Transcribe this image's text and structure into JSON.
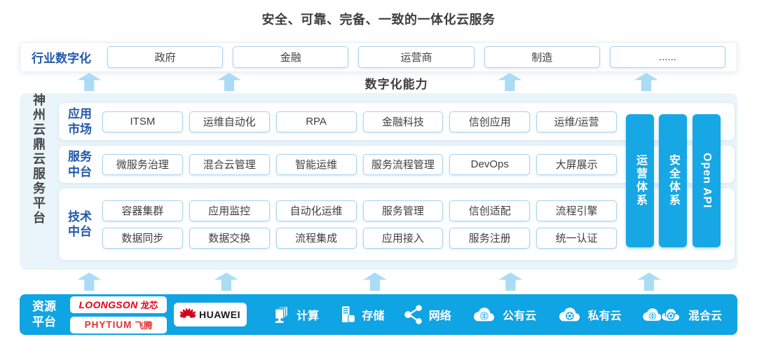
{
  "title": "安全、可靠、完备、一致的一体化云服务",
  "industry_row": {
    "label": "行业数字化",
    "items": [
      "政府",
      "金融",
      "运营商",
      "制造",
      "......"
    ]
  },
  "capability_label": "数字化能力",
  "platform": {
    "side_label": "神州云鼎云服务平台",
    "rows": [
      {
        "label": "应用市场",
        "items": [
          "ITSM",
          "运维自动化",
          "RPA",
          "金融科技",
          "信创应用",
          "运维/运营"
        ]
      },
      {
        "label": "服务中台",
        "items": [
          "微服务治理",
          "混合云管理",
          "智能运维",
          "服务流程管理",
          "DevOps",
          "大屏展示"
        ]
      },
      {
        "label": "技术中台",
        "items": [
          "容器集群",
          "应用监控",
          "自动化运维",
          "服务管理",
          "信创适配",
          "流程引擎",
          "数据同步",
          "数据交换",
          "流程集成",
          "应用接入",
          "服务注册",
          "统一认证"
        ]
      }
    ],
    "pillars": [
      "运营体系",
      "安全体系",
      "Open API"
    ]
  },
  "resource_bar": {
    "label": "资源平台",
    "vendors": {
      "loongson_en": "LOONGSON",
      "loongson_cn": "龙芯",
      "phytium_en": "PHYTIUM",
      "phytium_cn": "飞腾",
      "huawei": "HUAWEI"
    },
    "items": [
      {
        "icon": "compute-icon",
        "label": "计算"
      },
      {
        "icon": "storage-icon",
        "label": "存储"
      },
      {
        "icon": "network-icon",
        "label": "网络"
      },
      {
        "icon": "public-cloud-icon",
        "label": "公有云"
      },
      {
        "icon": "private-cloud-icon",
        "label": "私有云"
      },
      {
        "icon": "hybrid-cloud-icon",
        "label": "混合云"
      }
    ]
  },
  "colors": {
    "accent_blue_text": "#2359a8",
    "pillar_cyan": "#17a7e5",
    "resource_bar_cyan": "#0fa4e3",
    "arrow_light_blue": "#abdcf5",
    "platform_bg": "#e9f4fb",
    "chip_border": "#a9d4ec",
    "vendor_red": "#e60012",
    "dark_text": "#3e3e3e"
  }
}
